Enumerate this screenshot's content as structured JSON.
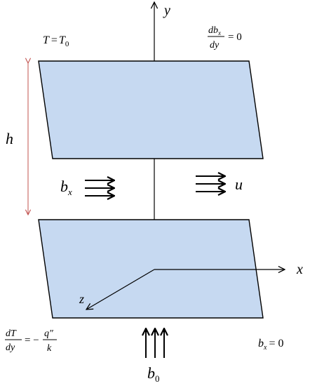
{
  "axes": {
    "y_label": "y",
    "x_label": "x",
    "z_label": "z"
  },
  "labels": {
    "top_left": {
      "lhs": "T",
      "eq": "=",
      "rhs": "T",
      "rhs_sub": "0"
    },
    "top_right": {
      "num": "db",
      "num_sub": "x",
      "den": "dy",
      "eq": "= 0"
    },
    "height": "h",
    "field": {
      "base": "b",
      "sub": "x"
    },
    "velocity": "u",
    "bottom_left": {
      "num": "dT",
      "den": "dy",
      "eq": "= −",
      "q_num": "q″",
      "q_den": "k"
    },
    "bottom_center": {
      "base": "b",
      "sub": "0"
    },
    "bottom_right": {
      "base": "b",
      "sub": "x",
      "eq": "= 0"
    }
  },
  "colors": {
    "plate_fill": "#c6d9f1",
    "plate_stroke": "#000000",
    "height_arrow": "#c0504d",
    "axis": "#000000"
  }
}
